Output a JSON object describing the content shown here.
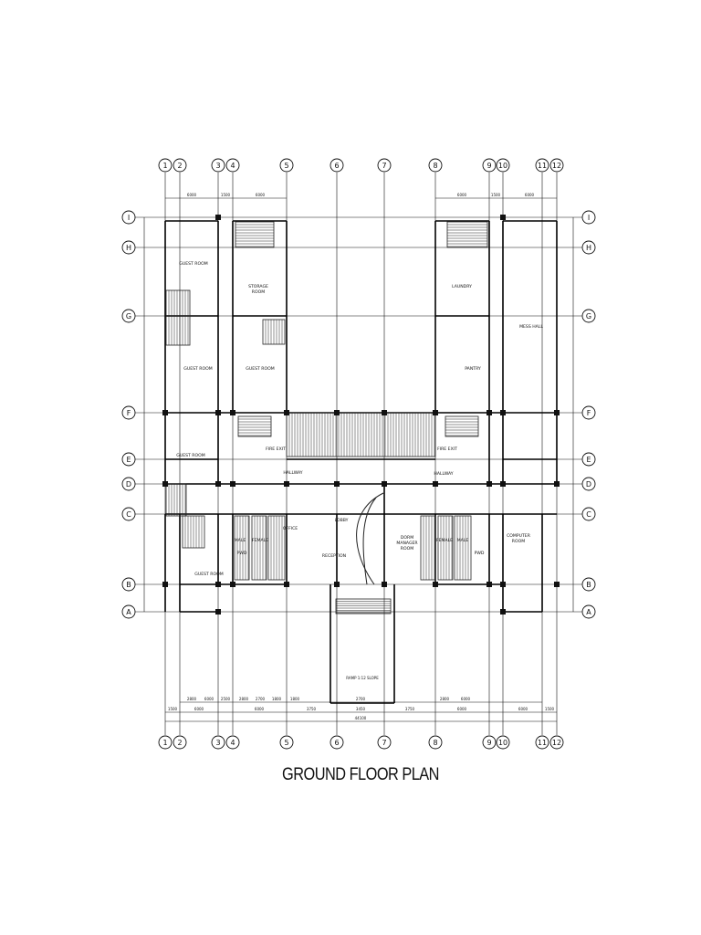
{
  "drawing": {
    "title": "GROUND FLOOR PLAN",
    "grid": {
      "columns": [
        "1",
        "2",
        "3",
        "4",
        "5",
        "6",
        "7",
        "8",
        "9",
        "10",
        "11",
        "12"
      ],
      "rows": [
        "I",
        "H",
        "G",
        "F",
        "E",
        "D",
        "C",
        "B",
        "A"
      ]
    },
    "rooms": [
      {
        "id": "guest-room-1",
        "label": "GUEST ROOM"
      },
      {
        "id": "storage-room",
        "label": "STORAGE ROOM"
      },
      {
        "id": "guest-room-2",
        "label": "GUEST ROOM"
      },
      {
        "id": "guest-room-3",
        "label": "GUEST ROOM"
      },
      {
        "id": "laundry",
        "label": "LAUNDRY"
      },
      {
        "id": "pantry",
        "label": "PANTRY"
      },
      {
        "id": "mess-hall",
        "label": "MESS HALL"
      },
      {
        "id": "fire-exit-left",
        "label": "FIRE EXIT"
      },
      {
        "id": "fire-exit-right",
        "label": "FIRE EXIT"
      },
      {
        "id": "guest-room-4",
        "label": "GUEST ROOM"
      },
      {
        "id": "hallway-left",
        "label": "HALLWAY"
      },
      {
        "id": "hallway-right",
        "label": "HALLWAY"
      },
      {
        "id": "lobby",
        "label": "LOBBY"
      },
      {
        "id": "reception",
        "label": "RECEPTION"
      },
      {
        "id": "dorm-manager-room",
        "label": "DORM MANAGER ROOM"
      },
      {
        "id": "computer-room",
        "label": "COMPUTER ROOM"
      },
      {
        "id": "guest-room-5",
        "label": "GUEST ROOM"
      },
      {
        "id": "office",
        "label": "OFFICE"
      },
      {
        "id": "male-left",
        "label": "MALE"
      },
      {
        "id": "female-left",
        "label": "FEMALE"
      },
      {
        "id": "pwd-left",
        "label": "PWD"
      },
      {
        "id": "female-right",
        "label": "FEMALE"
      },
      {
        "id": "male-right",
        "label": "MALE"
      },
      {
        "id": "pwd-right",
        "label": "PWD"
      }
    ],
    "dimensions": {
      "top_left": [
        "6000",
        "1500",
        "6000"
      ],
      "top_right": [
        "6000",
        "1500",
        "6000"
      ],
      "bottom_row1": [
        "2800",
        "6000",
        "2500",
        "2800",
        "2700",
        "1800",
        "1800",
        "2700",
        "2800",
        "6000"
      ],
      "bottom_row2": [
        "1500",
        "6000",
        "6000",
        "3750",
        "3450",
        "3750",
        "6000",
        "6000",
        "1500"
      ],
      "overall": "44100",
      "ramp_note": "RAMP 1:12 SLOPE"
    }
  }
}
